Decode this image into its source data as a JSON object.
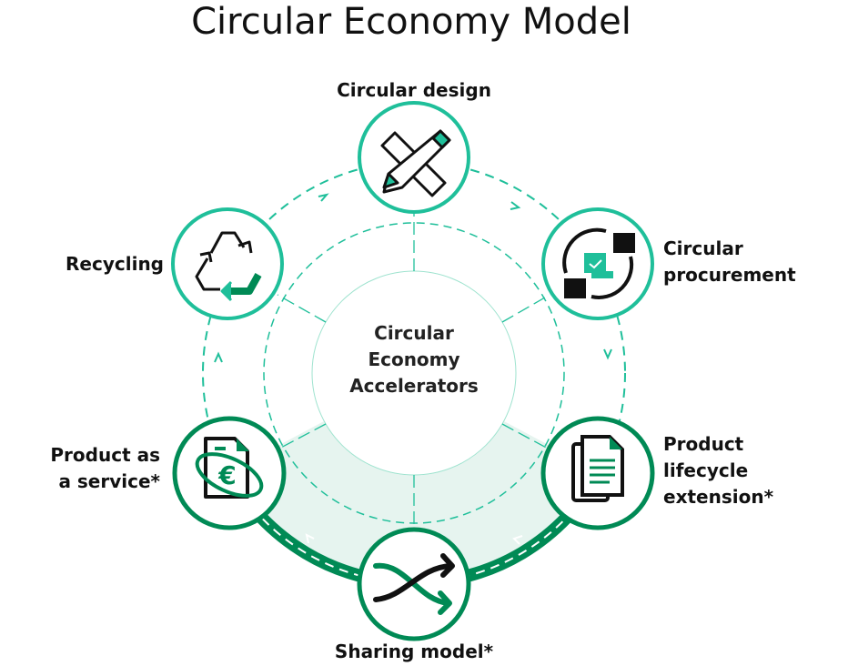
{
  "title": "Circular Economy Model",
  "center": {
    "lines": [
      "Circular",
      "Economy",
      "Accelerators"
    ]
  },
  "colors": {
    "teal": "#1fbf9a",
    "green": "#008a55",
    "shade": "#e6f4ef",
    "text": "#111111"
  },
  "nodes": [
    {
      "id": "circular-design",
      "lines": [
        "Circular design"
      ],
      "icon": "pencil-ruler-icon",
      "highlight": false
    },
    {
      "id": "circular-procurement",
      "lines": [
        "Circular",
        "procurement"
      ],
      "icon": "procurement-cycle-icon",
      "highlight": false
    },
    {
      "id": "product-lifecycle-extension",
      "lines": [
        "Product",
        "lifecycle",
        "extension*"
      ],
      "icon": "documents-icon",
      "highlight": true
    },
    {
      "id": "sharing-model",
      "lines": [
        "Sharing model*"
      ],
      "icon": "crossing-arrows-icon",
      "highlight": true
    },
    {
      "id": "product-as-a-service",
      "lines": [
        "Product as",
        "a service*"
      ],
      "icon": "euro-document-icon",
      "highlight": true
    },
    {
      "id": "recycling",
      "lines": [
        "Recycling"
      ],
      "icon": "recycle-icon",
      "highlight": false
    }
  ]
}
